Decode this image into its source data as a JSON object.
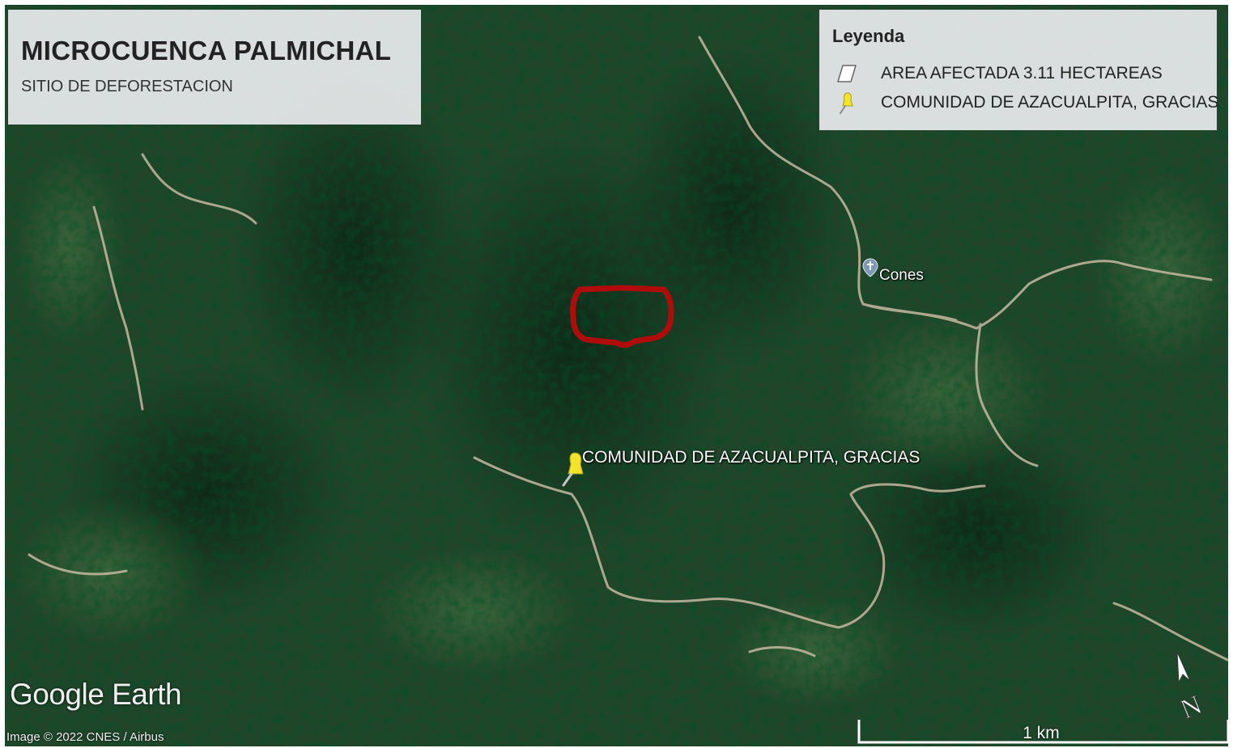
{
  "title_panel": {
    "title": "MICROCUENCA PALMICHAL",
    "subtitle": "SITIO DE DEFORESTACION"
  },
  "legend": {
    "title": "Leyenda",
    "items": [
      {
        "label": "AREA AFECTADA 3.11 HECTAREAS",
        "icon": "polygon-outline-icon"
      },
      {
        "label": "COMUNIDAD DE AZACUALPITA, GRACIAS",
        "icon": "yellow-pushpin-icon"
      }
    ]
  },
  "map": {
    "community_label": "COMUNIDAD DE AZACUALPITA, GRACIAS",
    "place_label": "Cones",
    "place_icon": "church-icon",
    "area_color": "#b00c0c",
    "pin_color": "#f4e22b"
  },
  "branding": {
    "logo_text": "Google Earth",
    "attribution": "Image © 2022 CNES / Airbus"
  },
  "scale": {
    "label": "1 km"
  },
  "north": {
    "label": "N",
    "icon": "north-arrow-icon"
  }
}
